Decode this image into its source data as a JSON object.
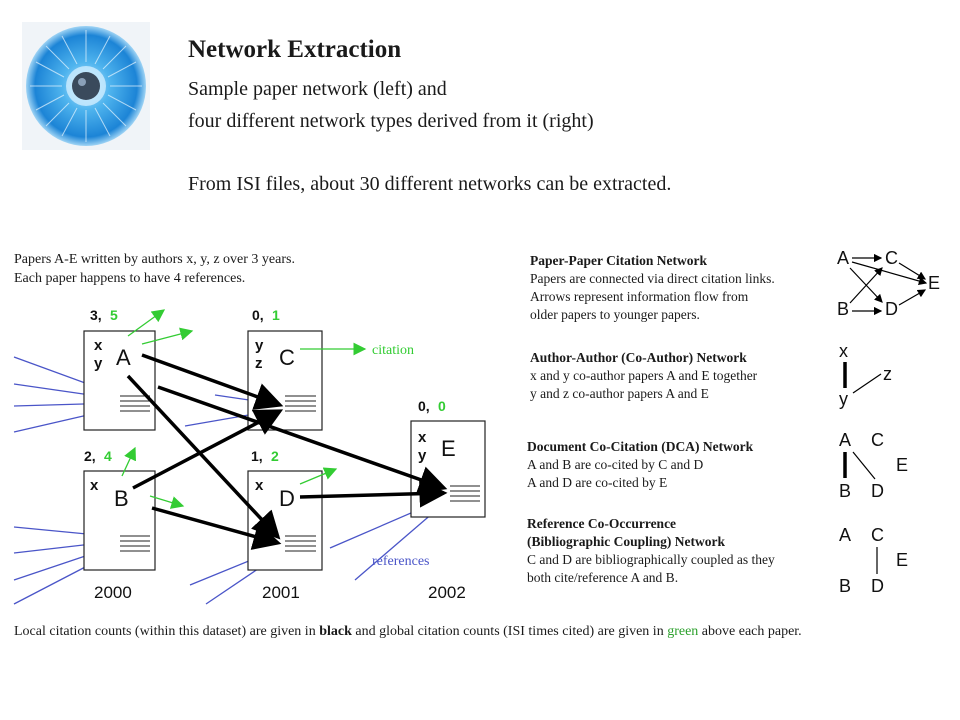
{
  "header": {
    "title": "Network Extraction",
    "subtitle_line1": "Sample paper network (left) and",
    "subtitle_line2": "four different network types derived from it (right)",
    "subtitle_line3": "From ISI files, about 30 different networks can be extracted."
  },
  "intro": {
    "line1": "Papers A-E written by authors x, y, z over 3 years.",
    "line2": "Each paper happens to have 4 references."
  },
  "papers": [
    {
      "id": "A",
      "authors": [
        "x",
        "y"
      ],
      "local": "3,",
      "global": "5"
    },
    {
      "id": "C",
      "authors": [
        "y",
        "z"
      ],
      "local": "0,",
      "global": "1"
    },
    {
      "id": "B",
      "authors": [
        "x"
      ],
      "local": "2,",
      "global": "4"
    },
    {
      "id": "D",
      "authors": [
        "x"
      ],
      "local": "1,",
      "global": "2"
    },
    {
      "id": "E",
      "authors": [
        "x",
        "y"
      ],
      "local": "0,",
      "global": "0"
    }
  ],
  "labels": {
    "citation": "citation",
    "references": "references"
  },
  "years": [
    "2000",
    "2001",
    "2002"
  ],
  "sections": [
    {
      "heading": "Paper-Paper Citation Network",
      "lines": [
        "Papers are connected via direct citation links.",
        "Arrows represent information flow from",
        "older papers to younger papers."
      ]
    },
    {
      "heading": "Author-Author (Co-Author) Network",
      "lines": [
        "x and y co-author papers A and E together",
        "y and z co-author papers A and E"
      ]
    },
    {
      "heading": "Document Co-Citation (DCA) Network",
      "lines": [
        "A and B are co-cited by C and D",
        "A and D are co-cited by E"
      ]
    },
    {
      "heading": "Reference Co-Occurrence",
      "lines": [
        "(Bibliographic Coupling) Network",
        "C and D are bibliographically coupled as they",
        "both cite/reference A and B."
      ]
    }
  ],
  "mini": {
    "ppc": [
      "A",
      "C",
      "E",
      "B",
      "D"
    ],
    "coauthor": [
      "x",
      "z",
      "y"
    ],
    "dca": [
      "A",
      "C",
      "E",
      "B",
      "D"
    ],
    "bc": [
      "A",
      "C",
      "E",
      "B",
      "D"
    ]
  },
  "footer": {
    "part1": "Local citation counts (within this dataset) are given in ",
    "black": "black",
    "part2": " and global citation counts (ISI times cited) are given in ",
    "green": "green",
    "part3": " above each paper."
  },
  "colors": {
    "green": "#33cc33",
    "blue": "#4a55c8",
    "black": "#000000",
    "logo_blue": "#2a8fd8"
  }
}
